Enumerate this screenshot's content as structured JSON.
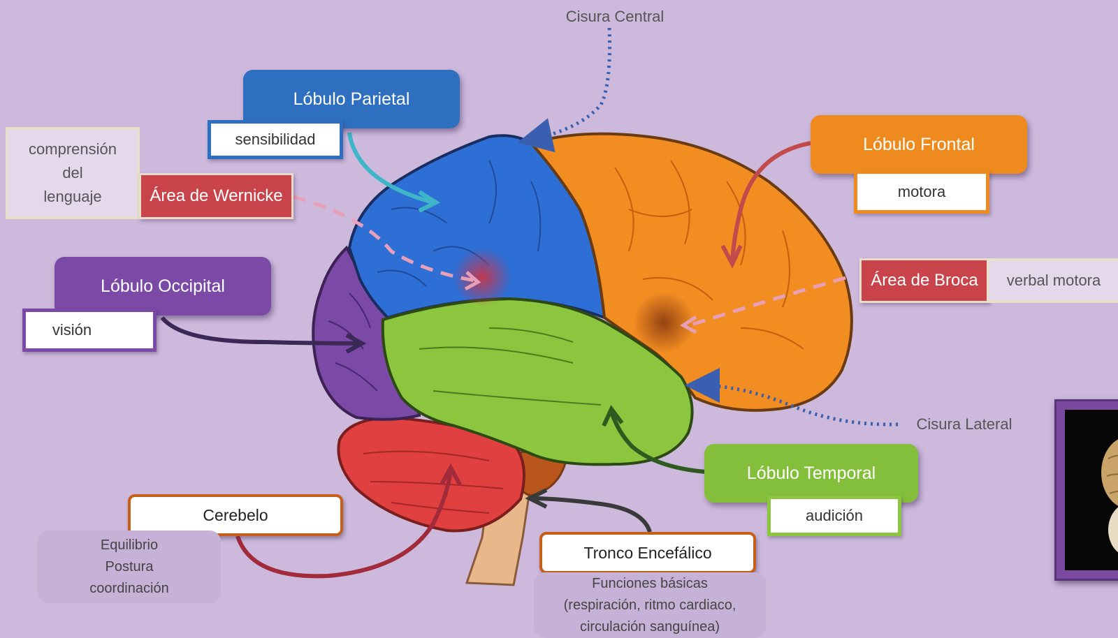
{
  "lobes": {
    "parietal": {
      "title": "Lóbulo Parietal",
      "function": "sensibilidad",
      "color": "#2e6fbf"
    },
    "frontal": {
      "title": "Lóbulo Frontal",
      "function": "motora",
      "color": "#ef8a1e"
    },
    "occipital": {
      "title": "Lóbulo Occipital",
      "function": "visión",
      "color": "#7a4aa6"
    },
    "temporal": {
      "title": "Lóbulo Temporal",
      "function": "audición",
      "color": "#84bf3c"
    }
  },
  "areas": {
    "wernicke": {
      "label": "Área de Wernicke",
      "function_lines": [
        "comprensión",
        "del",
        "lenguaje"
      ]
    },
    "broca": {
      "label": "Área de Broca",
      "function": "verbal motora"
    }
  },
  "fissures": {
    "central": "Cisura  Central",
    "lateral": "Cisura  Lateral"
  },
  "cerebellum": {
    "title": "Cerebelo",
    "function_lines": [
      "Equilibrio",
      "Postura",
      "coordinación"
    ]
  },
  "brainstem": {
    "title": "Tronco Encefálico",
    "function_lines": [
      "Funciones básicas",
      "(respiración, ritmo cardiaco,",
      "circulación  sanguínea)"
    ]
  },
  "colors": {
    "background": "#cdb9dc",
    "parietal": "#2e6fbf",
    "frontal": "#f28d22",
    "occipital": "#7a4aa6",
    "temporal": "#8cc63f",
    "cerebellum": "#d93d3d",
    "brainstem": "#e8b88a",
    "area_red": "#c9444a"
  }
}
